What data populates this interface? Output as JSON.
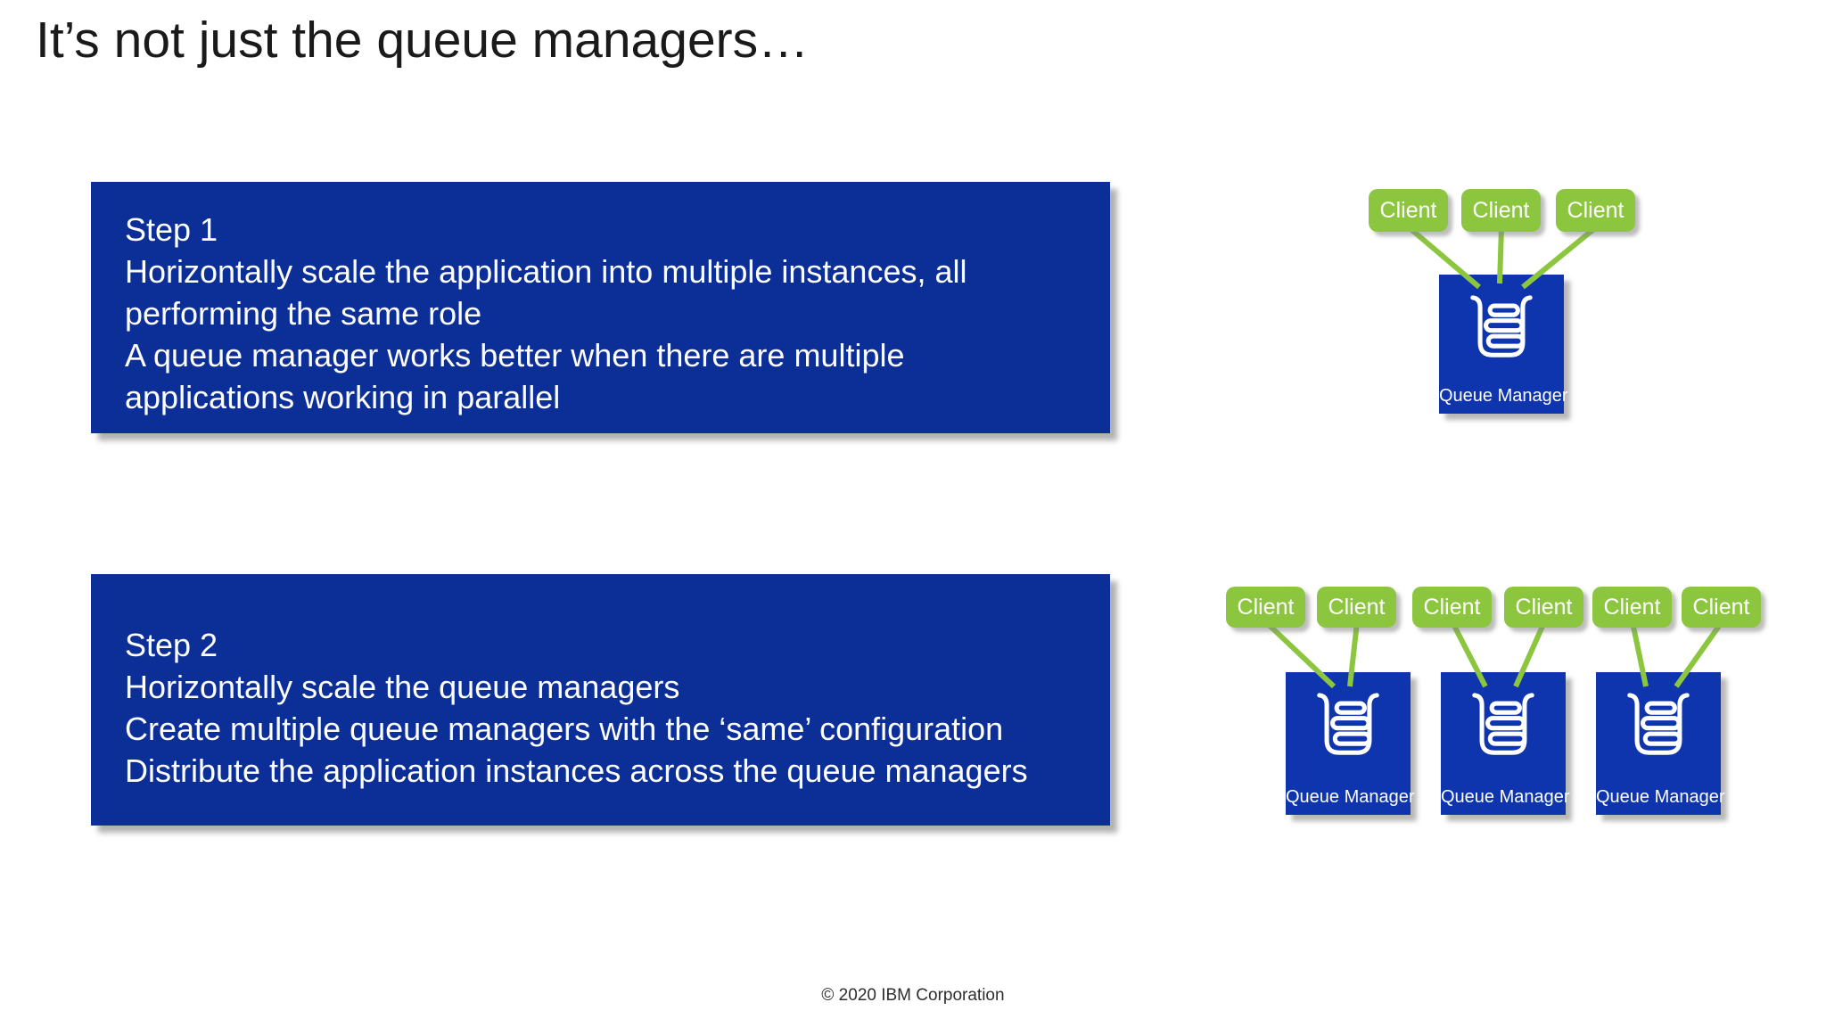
{
  "slide": {
    "title": "It’s not just the queue managers…",
    "footer": "© 2020 IBM Corporation"
  },
  "steps": [
    {
      "name": "Step 1",
      "lines": [
        "Step 1",
        "Horizontally scale the application into multiple instances, all",
        "performing the same role",
        "A queue manager works better when there are multiple",
        "applications working in parallel"
      ]
    },
    {
      "name": "Step 2",
      "lines": [
        "Step 2",
        "Horizontally scale the queue managers",
        "Create multiple queue managers with the ‘same’ configuration",
        "Distribute the application instances across the queue managers"
      ]
    }
  ],
  "diagram_top": {
    "clients": [
      "Client",
      "Client",
      "Client"
    ],
    "queue_manager_label": "Queue Manager"
  },
  "diagram_bottom": {
    "clients": [
      "Client",
      "Client",
      "Client",
      "Client",
      "Client",
      "Client"
    ],
    "queue_manager_labels": [
      "Queue Manager",
      "Queue Manager",
      "Queue Manager"
    ]
  },
  "icons": {
    "queue_manager": "queue-stack-icon"
  },
  "colors": {
    "step_box_blue": "#0c2f97",
    "queue_manager_blue": "#0f35ae",
    "client_green": "#8cc63f",
    "connector_green": "#8cc63f",
    "text_white": "#ffffff",
    "title_black": "#1a1a1a"
  }
}
